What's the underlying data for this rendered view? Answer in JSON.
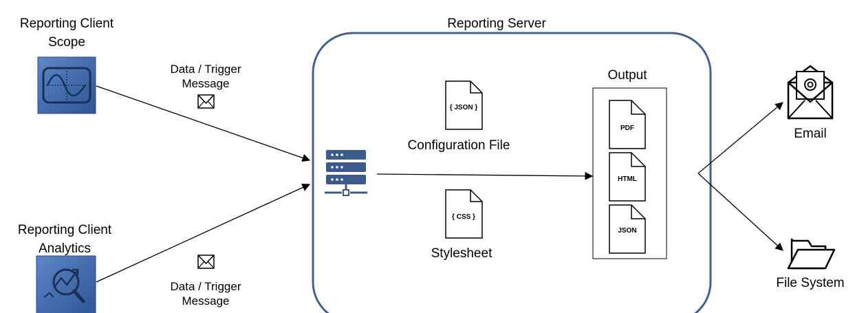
{
  "clients": {
    "scope": {
      "line1": "Reporting Client",
      "line2": "Scope",
      "icon": "scope-icon"
    },
    "analytics": {
      "line1": "Reporting Client",
      "line2": "Analytics",
      "icon": "analytics-icon"
    }
  },
  "messages": {
    "top": {
      "line1": "Data / Trigger",
      "line2": "Message"
    },
    "bottom": {
      "line1": "Data / Trigger",
      "line2": "Message"
    }
  },
  "server": {
    "title": "Reporting Server",
    "config": {
      "badge": "{ JSON }",
      "label": "Configuration File"
    },
    "stylesheet": {
      "badge": "{ CSS }",
      "label": "Stylesheet"
    },
    "output": {
      "title": "Output",
      "files": [
        "PDF",
        "HTML",
        "JSON"
      ]
    }
  },
  "destinations": {
    "email": "Email",
    "filesystem": "File System"
  },
  "colors": {
    "server_border": "#44608f",
    "server_icon": "#3d5a8c",
    "client_tile": "#4a74b3",
    "client_tile_dark": "#2a4a80"
  }
}
